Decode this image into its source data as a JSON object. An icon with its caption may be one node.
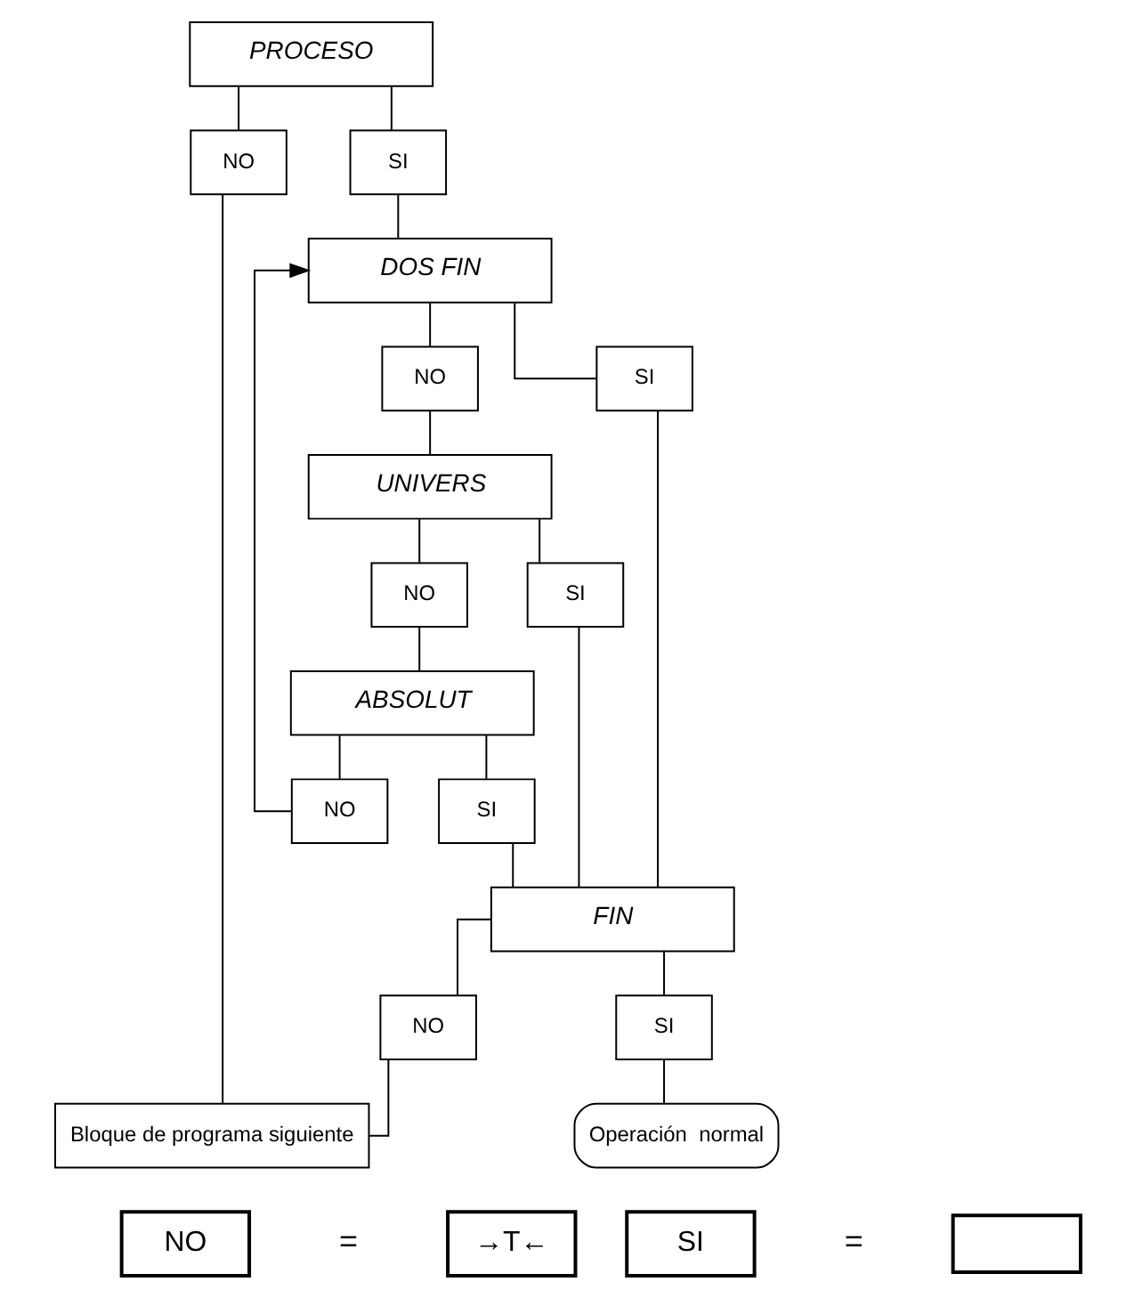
{
  "diagram": {
    "nodes": [
      {
        "text": [
          "PROCESO"
        ]
      },
      {
        "text": [
          "NO"
        ]
      },
      {
        "text": [
          "SI"
        ]
      },
      {
        "text": [
          "DOS FIN"
        ]
      },
      {
        "text": [
          "NO"
        ]
      },
      {
        "text": [
          "SI"
        ]
      },
      {
        "text": [
          "UNIVERS"
        ]
      },
      {
        "text": [
          "NO"
        ]
      },
      {
        "text": [
          "SI"
        ]
      },
      {
        "text": [
          "ABSOLUT"
        ]
      },
      {
        "text": [
          "NO"
        ]
      },
      {
        "text": [
          "SI"
        ]
      },
      {
        "text": [
          "FIN"
        ]
      },
      {
        "text": [
          "NO"
        ]
      },
      {
        "text": [
          "SI"
        ]
      },
      {
        "text": [
          "Bloque de programa siguiente"
        ]
      },
      {
        "text": [
          "Operación  normal"
        ]
      },
      {
        "text": [
          "NO"
        ]
      },
      {
        "text": [
          "→T←"
        ]
      },
      {
        "text": [
          "SI"
        ]
      },
      {
        "text": [],
        "shape": "box"
      }
    ],
    "edges": [
      {
        "from": 0,
        "to": 1,
        "arrow": "none"
      },
      {
        "from": 0,
        "to": 2,
        "arrow": "none"
      },
      {
        "from": 2,
        "to": 3,
        "arrow": "none"
      },
      {
        "from": 3,
        "to": 4,
        "arrow": "none"
      },
      {
        "from": 3,
        "to": 5,
        "arrow": "none"
      },
      {
        "from": 4,
        "to": 6,
        "arrow": "none"
      },
      {
        "from": 6,
        "to": 7,
        "arrow": "none"
      },
      {
        "from": 6,
        "to": 8,
        "arrow": "none"
      },
      {
        "from": 7,
        "to": 9,
        "arrow": "none"
      },
      {
        "from": 9,
        "to": 10,
        "arrow": "none"
      },
      {
        "from": 9,
        "to": 11,
        "arrow": "none"
      },
      {
        "from": 10,
        "to": 3,
        "arrow": "to"
      },
      {
        "from": 5,
        "to": 12,
        "arrow": "none"
      },
      {
        "from": 8,
        "to": 12,
        "arrow": "none"
      },
      {
        "from": 11,
        "to": 12,
        "arrow": "none"
      },
      {
        "from": 12,
        "to": 13,
        "arrow": "none"
      },
      {
        "from": 12,
        "to": 14,
        "arrow": "none"
      },
      {
        "from": 1,
        "to": 15,
        "arrow": "none"
      },
      {
        "from": 13,
        "to": 15,
        "arrow": "none"
      },
      {
        "from": 14,
        "to": 16,
        "arrow": "none"
      }
    ],
    "labels": [
      "=",
      "="
    ]
  }
}
